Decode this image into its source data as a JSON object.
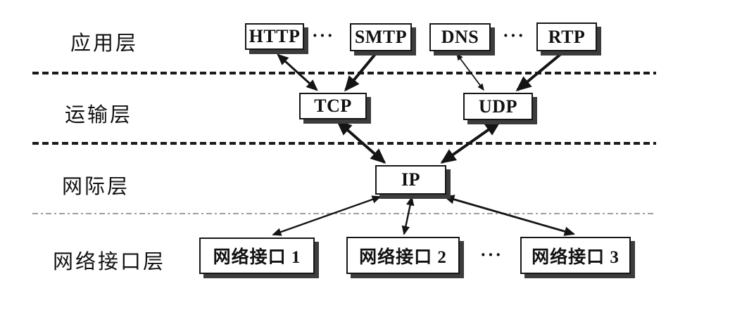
{
  "layers": {
    "application": {
      "label": "应用层"
    },
    "transport": {
      "label": "运输层"
    },
    "internet": {
      "label": "网际层"
    },
    "network_interface": {
      "label": "网络接口层"
    }
  },
  "boxes": {
    "http": {
      "label": "HTTP"
    },
    "smtp": {
      "label": "SMTP"
    },
    "dns": {
      "label": "DNS"
    },
    "rtp": {
      "label": "RTP"
    },
    "tcp": {
      "label": "TCP"
    },
    "udp": {
      "label": "UDP"
    },
    "ip": {
      "label": "IP"
    },
    "nic1": {
      "label": "网络接口 1"
    },
    "nic2": {
      "label": "网络接口 2"
    },
    "nic3": {
      "label": "网络接口 3"
    }
  },
  "ellipsis": "···",
  "connections": [
    {
      "from": "HTTP",
      "to": "TCP",
      "arrow": "double"
    },
    {
      "from": "SMTP",
      "to": "TCP",
      "arrow": "single-down"
    },
    {
      "from": "DNS",
      "to": "UDP",
      "arrow": "double"
    },
    {
      "from": "RTP",
      "to": "UDP",
      "arrow": "single-down"
    },
    {
      "from": "TCP",
      "to": "IP",
      "arrow": "double"
    },
    {
      "from": "UDP",
      "to": "IP",
      "arrow": "double"
    },
    {
      "from": "IP",
      "to": "网络接口 1",
      "arrow": "double"
    },
    {
      "from": "IP",
      "to": "网络接口 2",
      "arrow": "double"
    },
    {
      "from": "IP",
      "to": "网络接口 3",
      "arrow": "double"
    }
  ],
  "colors": {
    "ink": "#141414",
    "box_shadow": "#3c3c3c",
    "separator_dark": "#1a1a1a",
    "separator_light": "#9e9e9e",
    "background": "#ffffff"
  }
}
